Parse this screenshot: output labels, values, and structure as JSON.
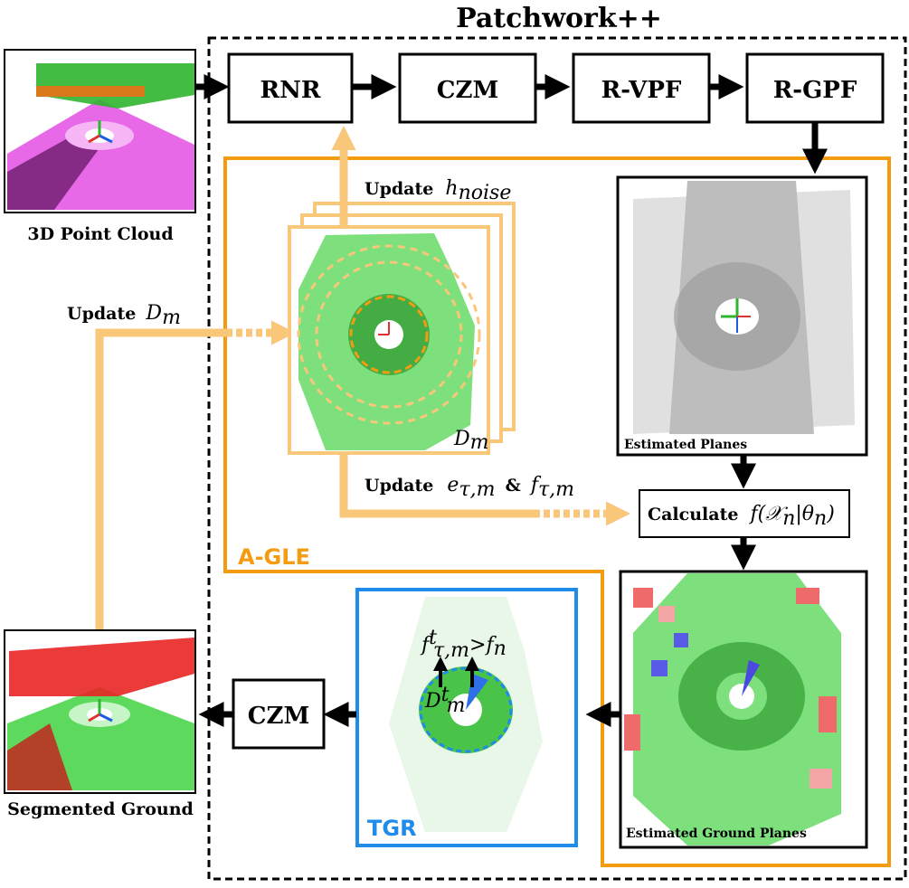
{
  "title": "Patchwork++",
  "colors": {
    "agle": "#f39c12",
    "update_arrow": "#f8c77a",
    "tgr": "#1f8bea",
    "ground": "#7de07d",
    "ground_dark": "#1d8b1d",
    "nonground": "#e53030",
    "estimated": "#c8c8c8"
  },
  "pipeline": {
    "rnr": "RNR",
    "czm_top": "CZM",
    "rvpf": "R-VPF",
    "rgpf": "R-GPF",
    "czm_bottom": "CZM"
  },
  "inputs": {
    "point_cloud_caption": "3D Point Cloud",
    "segmented_caption": "Segmented Ground"
  },
  "panels": {
    "estimated_planes": "Estimated Planes",
    "estimated_ground_planes": "Estimated Ground Planes",
    "dm_label": "D",
    "dm_sub": "m"
  },
  "updates": {
    "update_word": "Update",
    "h_symbol": "h",
    "h_sub": "noise",
    "d_symbol": "D",
    "d_sub": "m",
    "e_symbol": "e",
    "e_sub": "τ,m",
    "amp": "&",
    "f_symbol": "f",
    "f_sub": "τ,m"
  },
  "calculate": {
    "word": "Calculate",
    "formula": "f(𝒳",
    "formula_sub": "n",
    "formula_mid": "|θ",
    "formula_sub2": "n",
    "formula_end": ")"
  },
  "tgr_panel": {
    "label": "TGR",
    "cond_f": "f",
    "cond_sup": "t",
    "cond_sub": "τ,m",
    "cond_gt": ">f",
    "cond_n": "n",
    "dmt": "D",
    "dmt_sup": "t",
    "dmt_sub": "m"
  },
  "agle_label": "A-GLE"
}
